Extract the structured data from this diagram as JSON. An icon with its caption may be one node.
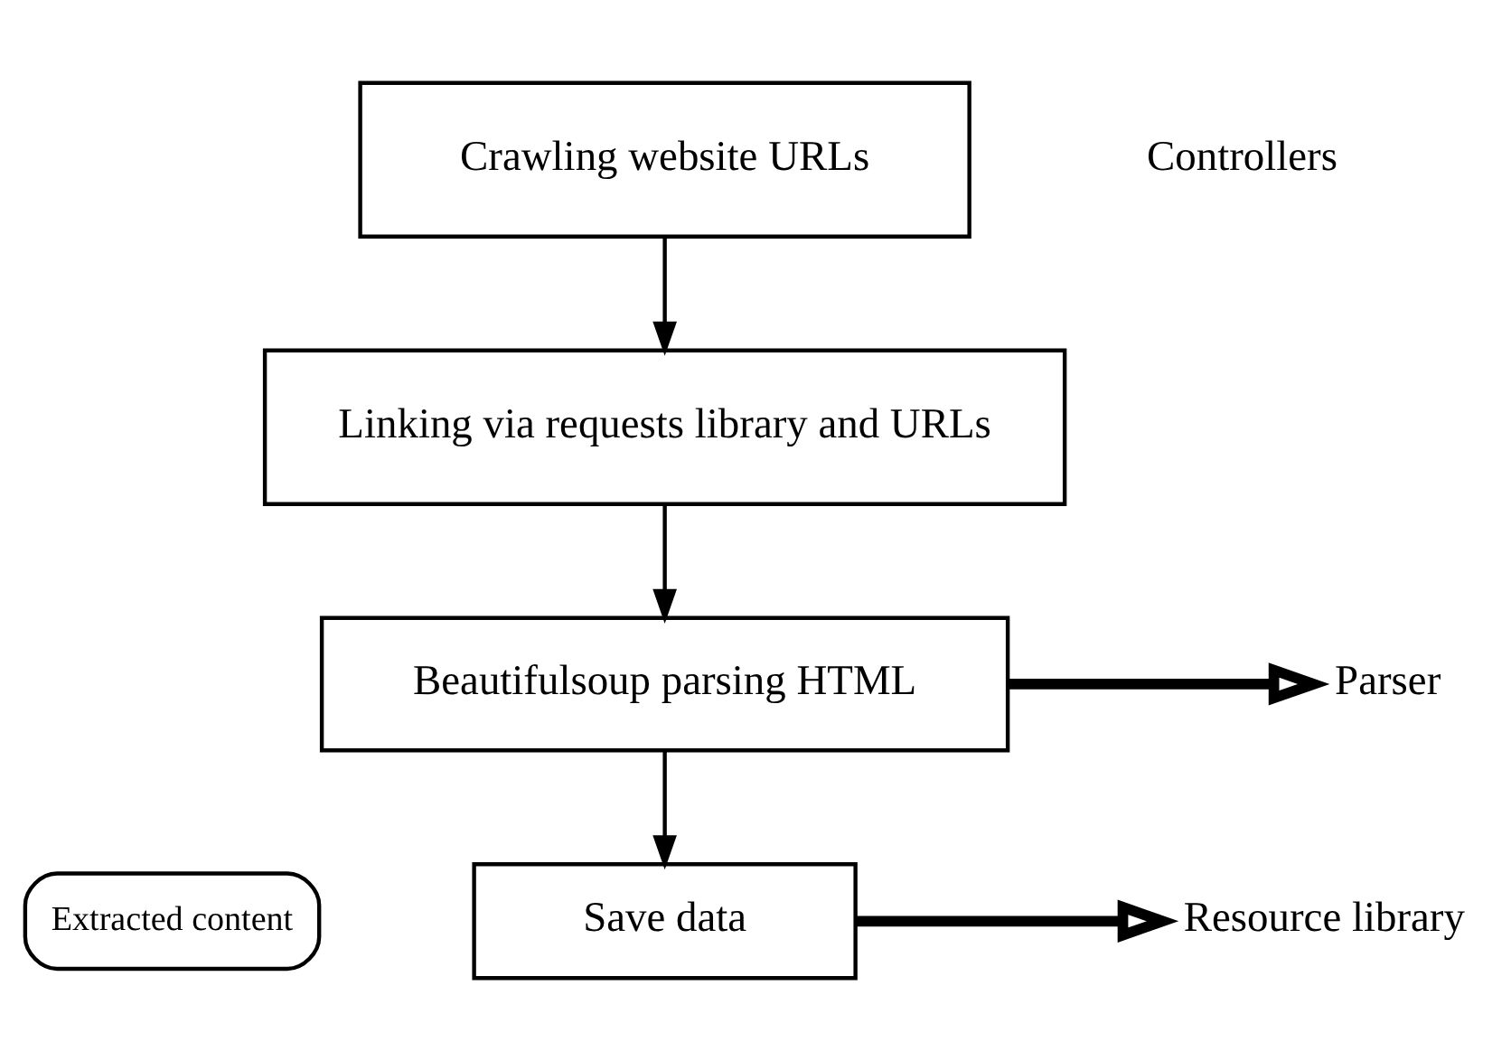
{
  "diagram": {
    "nodes": [
      {
        "text": [
          "Crawling website URLs"
        ]
      },
      {
        "text": [
          "Linking via requests library and URLs"
        ]
      },
      {
        "text": [
          "Beautifulsoup parsing HTML"
        ]
      },
      {
        "text": [
          "Save data"
        ]
      },
      {
        "text": [
          "Extracted content"
        ]
      },
      {
        "text": [
          "Parser"
        ]
      },
      {
        "text": [
          "Resource library"
        ]
      }
    ],
    "edges": [
      {
        "from": 0,
        "to": 1,
        "arrow": "to"
      },
      {
        "from": 1,
        "to": 2,
        "arrow": "to"
      },
      {
        "from": 2,
        "to": 3,
        "arrow": "to"
      },
      {
        "from": 2,
        "to": 5,
        "arrow": "to",
        "style": "thick"
      },
      {
        "from": 3,
        "to": 6,
        "arrow": "to",
        "style": "thick"
      }
    ],
    "labels": [
      "Controllers"
    ]
  }
}
